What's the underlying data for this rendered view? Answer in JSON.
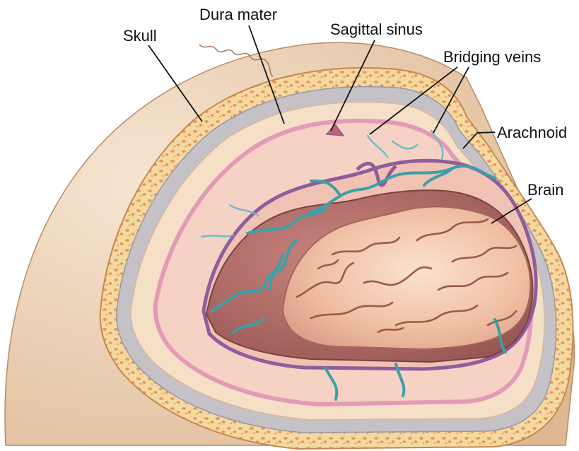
{
  "labels": {
    "skull": "Skull",
    "dura_mater": "Dura mater",
    "sagittal_sinus": "Sagittal sinus",
    "bridging_veins": "Bridging veins",
    "arachnoid": "Arachnoid",
    "brain": "Brain"
  },
  "colors": {
    "scalp": "#efd2b4",
    "bone": "#f3d9a0",
    "bone_dots": "#e79a62",
    "dura": "#b8b6bb",
    "dura_inner": "#f6dfc7",
    "meninges_pink": "#e6a2c0",
    "arachnoid_purple": "#8f5d9a",
    "brain_outer": "#a96a6a",
    "brain_inner": "#f3c3a4",
    "veins": "#3aa0a8"
  }
}
